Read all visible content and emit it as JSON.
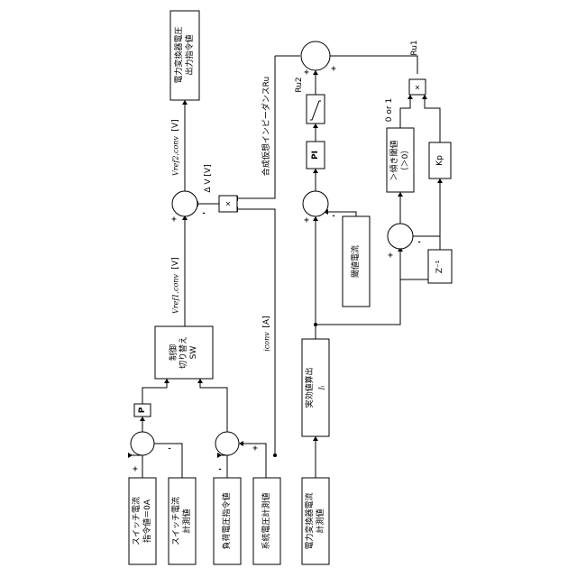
{
  "blocks": {
    "switch_current_cmd": [
      "スイッチ電流",
      "指令値＝0A"
    ],
    "switch_current_meas": [
      "スイッチ電流",
      "計測値"
    ],
    "load_voltage_cmd": [
      "負荷電圧指令値"
    ],
    "grid_voltage_meas": [
      "系統電圧計測値"
    ],
    "converter_current_meas": [
      "電力変換器電流",
      "計測値"
    ],
    "output_cmd": [
      "電力変換器電圧",
      "出力指令値"
    ],
    "ctrl_switch": [
      "制御",
      "切り替え",
      "SW"
    ],
    "rms_calc": [
      "実効値算出",
      "Iₗ"
    ],
    "threshold_current": [
      "閾値電流"
    ],
    "slope_threshold": [
      "＞傾き閾値",
      "（＞0）"
    ],
    "p_gain": "P",
    "pi": "PI",
    "multiply": "×",
    "multiply2": "×",
    "z_inv": "Z⁻¹",
    "kp": "Kp"
  },
  "labels": {
    "vref1": "Vref1,conv",
    "vref1_unit": "[V]",
    "vref2": "Vref2,conv",
    "vref2_unit": "[V]",
    "delta_v": "Δ V [V]",
    "iconv": "iconv",
    "iconv_unit": "[A]",
    "ru": "合成仮想インピーダンスRu",
    "ru1": "Ru1",
    "ru2": "Ru2",
    "zero_or_one": "0 or 1"
  },
  "signs": {
    "plus": "+",
    "minus": "-"
  }
}
